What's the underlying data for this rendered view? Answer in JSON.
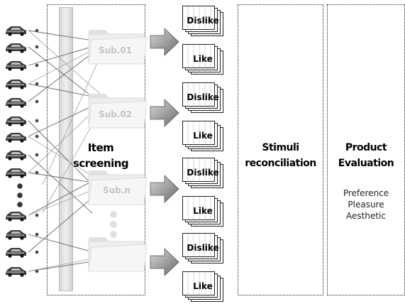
{
  "panels": {
    "screening": {
      "line1": "Item",
      "line2": "screening"
    },
    "reconciliation": {
      "line1": "Stimuli",
      "line2": "reconciliation"
    },
    "evaluation": {
      "line1": "Product",
      "line2": "Evaluation"
    }
  },
  "subjects": [
    "Sub.01",
    "Sub.02",
    "Sub.n"
  ],
  "response_labels": {
    "dislike": "Dislike",
    "like": "Like"
  },
  "evaluation_metrics": [
    "Preference",
    "Pleasure",
    "Aesthetic"
  ]
}
